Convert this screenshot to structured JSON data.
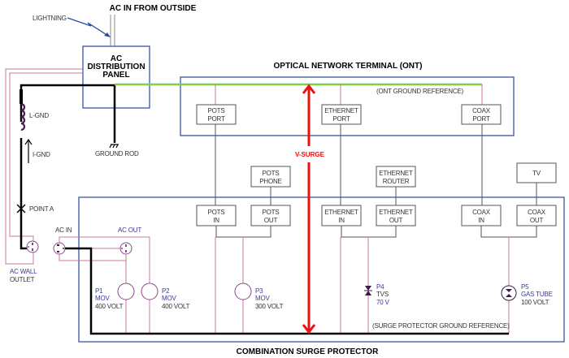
{
  "titles": {
    "ac_in": "AC IN FROM OUTSIDE",
    "ont": "OPTICAL NETWORK TERMINAL (ONT)",
    "surge_protector": "COMBINATION SURGE PROTECTOR"
  },
  "labels": {
    "lightning": "LIGHTNING",
    "l_gnd": "L-GND",
    "i_gnd": "I-GND",
    "ground_rod": "GROUND ROD",
    "point_a": "POINT A",
    "ac_in": "AC IN",
    "ac_out": "AC OUT",
    "ac_wall_1": "AC WALL",
    "ac_wall_2": "OUTLET",
    "ont_ground_ref": "(ONT GROUND REFERENCE)",
    "sp_ground_ref": "(SURGE PROTECTOR GROUND REFERENCE)",
    "v_surge": "V-SURGE"
  },
  "ac_panel": {
    "line1": "AC",
    "line2": "DISTRIBUTION",
    "line3": "PANEL"
  },
  "ont_ports": [
    {
      "line1": "POTS",
      "line2": "PORT"
    },
    {
      "line1": "ETHERNET",
      "line2": "PORT"
    },
    {
      "line1": "COAX",
      "line2": "PORT"
    }
  ],
  "devices": [
    {
      "line1": "POTS",
      "line2": "PHONE"
    },
    {
      "line1": "ETHERNET",
      "line2": "ROUTER"
    },
    {
      "line1": "TV",
      "line2": ""
    }
  ],
  "sp_ports": [
    {
      "line1": "POTS",
      "line2": "IN"
    },
    {
      "line1": "POTS",
      "line2": "OUT"
    },
    {
      "line1": "ETHERNET",
      "line2": "IN"
    },
    {
      "line1": "ETHERNET",
      "line2": "OUT"
    },
    {
      "line1": "COAX",
      "line2": "IN"
    },
    {
      "line1": "COAX",
      "line2": "OUT"
    }
  ],
  "protectors": [
    {
      "id": "P1",
      "type": "MOV",
      "rating": "400 VOLT"
    },
    {
      "id": "P2",
      "type": "MOV",
      "rating": "400 VOLT"
    },
    {
      "id": "P3",
      "type": "MOV",
      "rating": "300 VOLT"
    },
    {
      "id": "P4",
      "type": "TVS",
      "rating": "70 V"
    },
    {
      "id": "P5",
      "type": "GAS TUBE",
      "rating": "100 VOLT"
    }
  ],
  "colors": {
    "enclosure": "#3a55a8",
    "ground_ont": "#7ccf4a",
    "ground_wire": "#000000",
    "ac_wire": "#c8789a",
    "surge_arrow": "#ee1111",
    "inductor": "#4a1a4a",
    "component": "#7a3a7a"
  }
}
